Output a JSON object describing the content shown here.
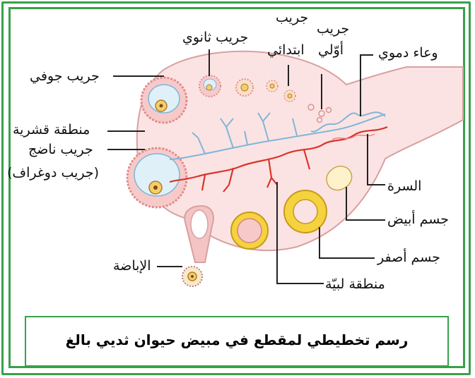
{
  "labels": {
    "secondary_follicle": "جريب ثانوي",
    "primary_follicle_top": "جريب",
    "primary_follicle_bottom": "ابتدائي",
    "primordial_follicle_top": "جريب",
    "primordial_follicle_bottom": "أوّلي",
    "blood_vessel": "وعاء دموي",
    "cavity_follicle": "جريب جوفي",
    "cortex_region": "منطقة قشرية",
    "mature_follicle": "جريب ناضج",
    "graafian_follicle": "(جريب دوغراف)",
    "hilum": "السرة",
    "corpus_albicans": "جسم أبيض",
    "corpus_luteum": "جسم أصفر",
    "ovulation": "الإباضة",
    "medulla_region": "منطقة لبيّة"
  },
  "caption": "رسم تخطيطي لمقطع في مبيض حيوان ثديي بالغ",
  "colors": {
    "frame": "#38a14a",
    "ovary_fill": "#fbe3e3",
    "artery": "#d9342b",
    "vein": "#7fb6d8",
    "corpus_luteum": "#f4d33f"
  }
}
